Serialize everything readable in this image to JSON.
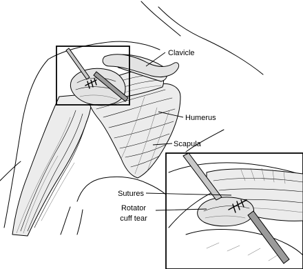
{
  "labels": {
    "clavicle": "Clavicle",
    "humerus": "Humerus",
    "scapula": "Scapula",
    "sutures": "Sutures",
    "rotator_line1": "Rotator",
    "rotator_line2": "cuff tear"
  }
}
